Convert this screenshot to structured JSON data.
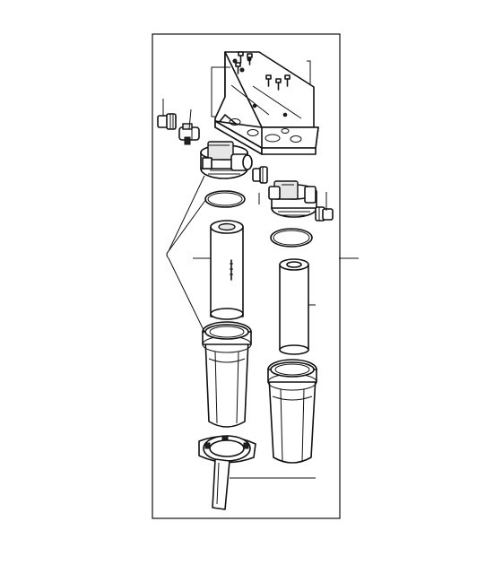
{
  "diagram": {
    "kind": "exploded-parts-view",
    "parts": [
      {
        "id": "screws",
        "icon": "screw-icon"
      },
      {
        "id": "mounting-bracket",
        "icon": "bracket-icon"
      },
      {
        "id": "inlet-fitting",
        "icon": "fitting-icon"
      },
      {
        "id": "valve",
        "icon": "valve-icon"
      },
      {
        "id": "filter-head-left",
        "icon": "filter-head-icon"
      },
      {
        "id": "nipple-connector",
        "icon": "fitting-icon"
      },
      {
        "id": "filter-head-right",
        "icon": "filter-head-icon"
      },
      {
        "id": "outlet-fitting",
        "icon": "fitting-icon"
      },
      {
        "id": "o-ring-left",
        "icon": "o-ring-icon"
      },
      {
        "id": "o-ring-right",
        "icon": "o-ring-icon"
      },
      {
        "id": "carbon-cartridge",
        "icon": "cartridge-icon"
      },
      {
        "id": "sediment-cartridge",
        "icon": "cartridge-icon"
      },
      {
        "id": "housing-left",
        "icon": "housing-icon"
      },
      {
        "id": "housing-right",
        "icon": "housing-icon"
      },
      {
        "id": "housing-wrench",
        "icon": "wrench-icon"
      }
    ],
    "colors": {
      "line": "#111111",
      "fill": "#ffffff",
      "shade": "#e6e6e6"
    }
  }
}
